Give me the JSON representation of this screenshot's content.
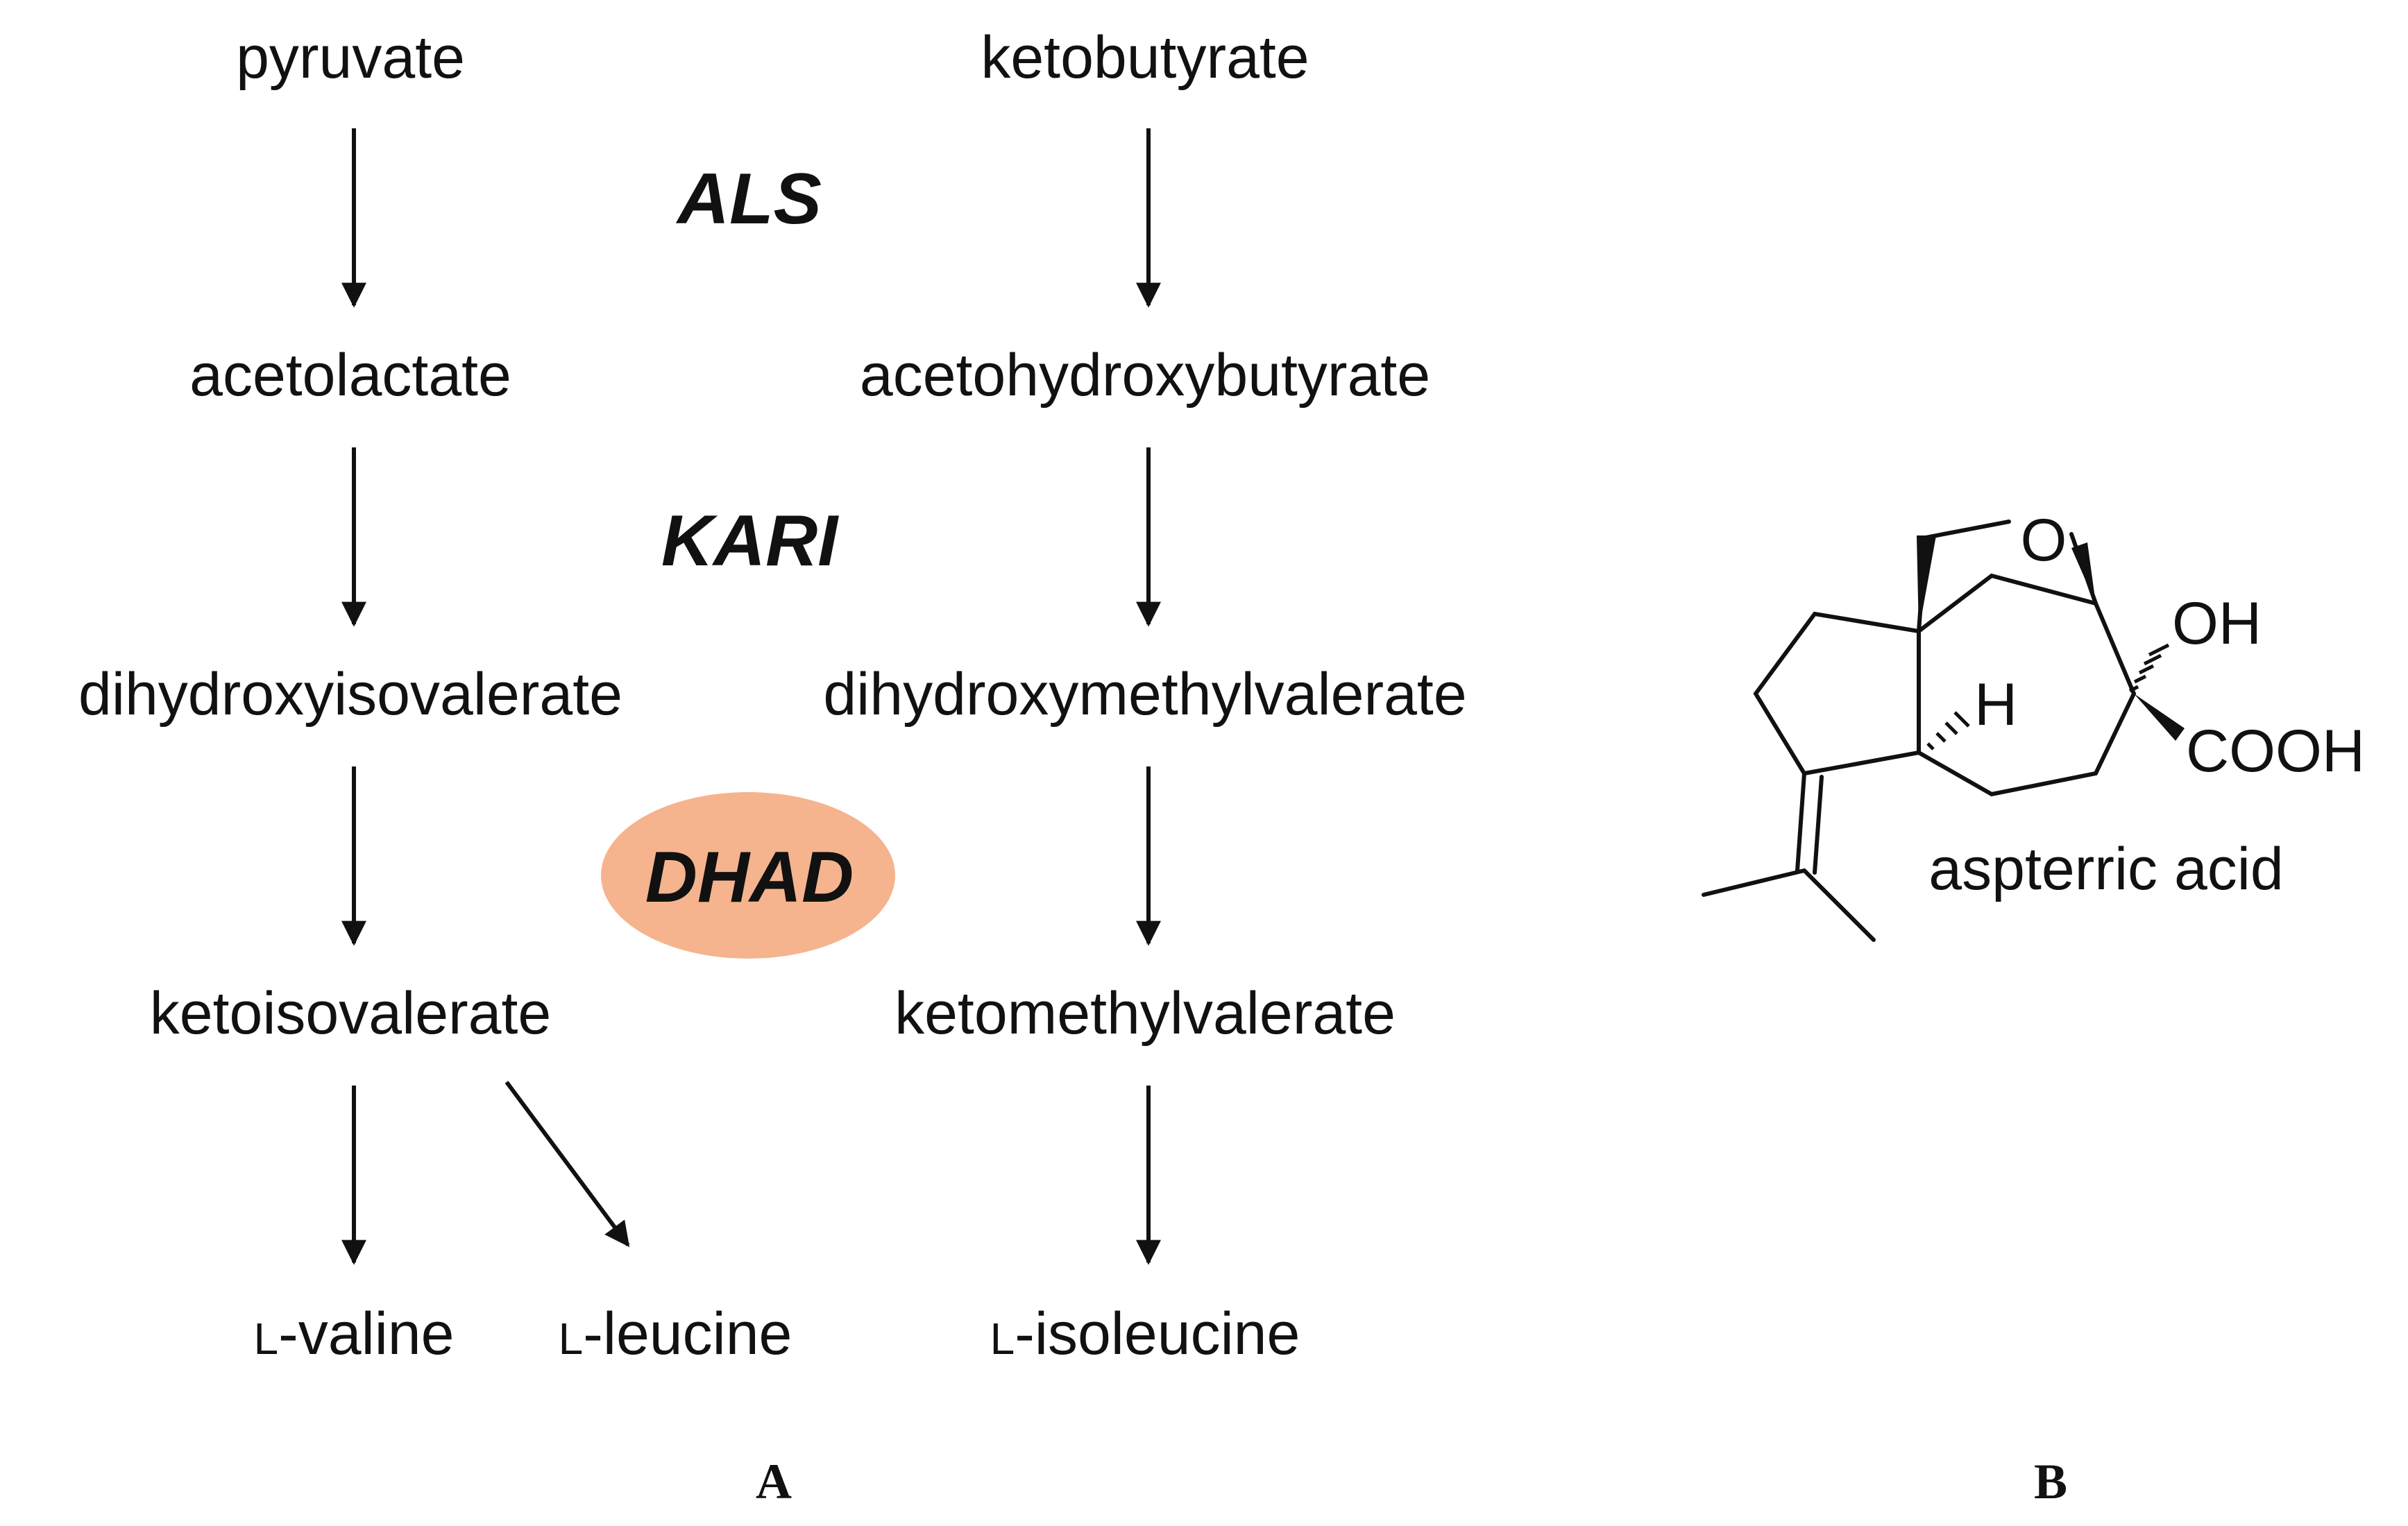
{
  "panel_a": {
    "caption": "A",
    "enzymes": {
      "als": "ALS",
      "kari": "KARI",
      "dhad": "DHAD"
    },
    "left_pathway": {
      "start": "pyruvate",
      "step1": "acetolactate",
      "step2": "dihydroxyisovalerate",
      "step3": "ketoisovalerate",
      "product_valine_prefix": "L",
      "product_valine": "-valine",
      "product_leucine_prefix": "L",
      "product_leucine": "-leucine"
    },
    "right_pathway": {
      "start": "ketobutyrate",
      "step1": "acetohydroxybutyrate",
      "step2": "dihydroxymethylvalerate",
      "step3": "ketomethylvalerate",
      "product_isoleucine_prefix": "L",
      "product_isoleucine": "-isoleucine"
    },
    "colors": {
      "dhad_highlight": "#F5B48E"
    }
  },
  "panel_b": {
    "caption": "B",
    "compound_name": "aspterric acid",
    "atom_labels": {
      "oxygen": "O",
      "hydroxyl": "OH",
      "hydrogen": "H",
      "carboxyl": "COOH"
    }
  }
}
